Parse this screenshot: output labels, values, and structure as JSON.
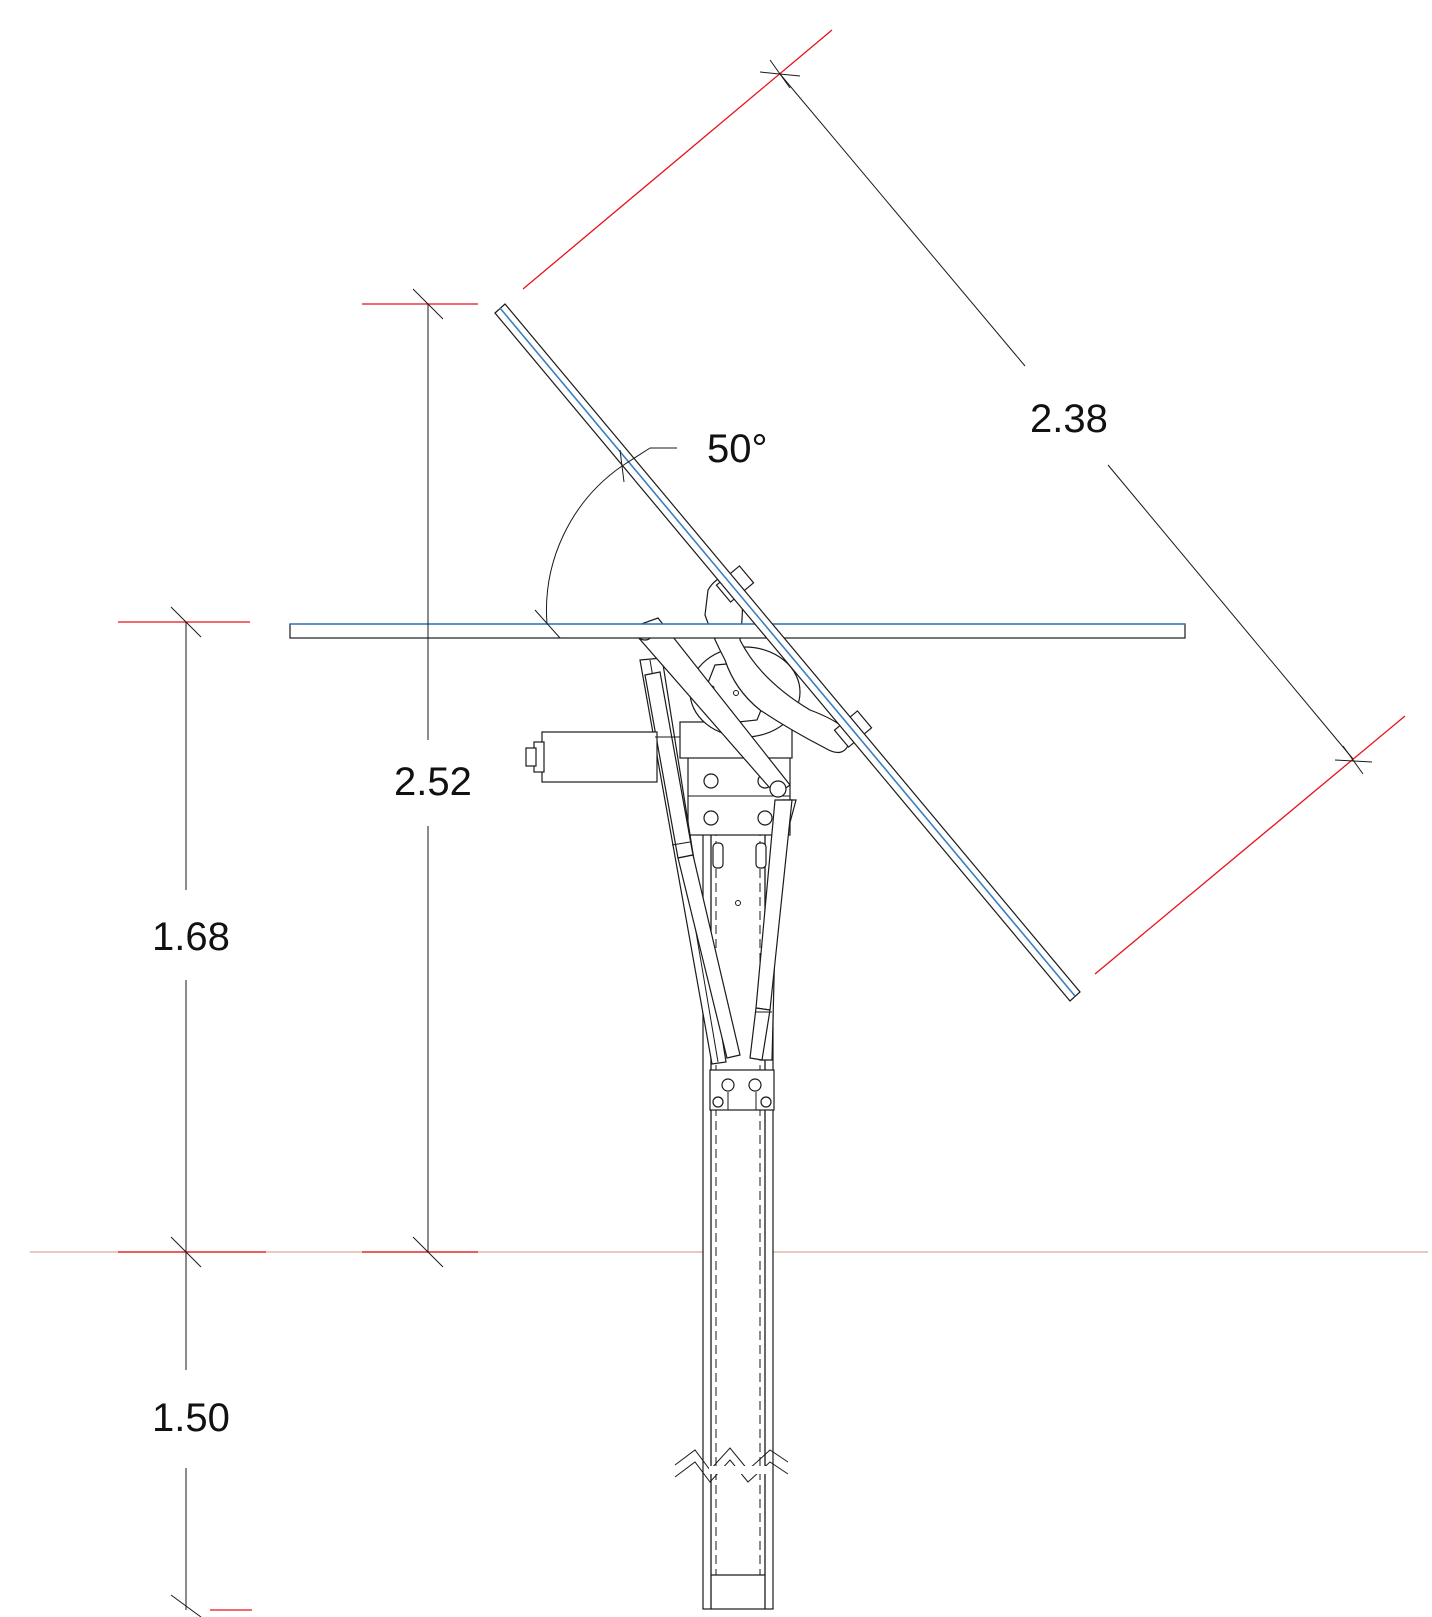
{
  "dimensions": {
    "panel_width": "2.38",
    "tilt_angle": "50°",
    "max_height": "2.52",
    "pivot_height": "1.68",
    "embed_depth": "1.50"
  },
  "colors": {
    "dimension_line": "#1a1a1a",
    "extension_line": "#e8121b",
    "panel_edge": "#3a7fc1",
    "ground_line": "#e2b9a4"
  }
}
